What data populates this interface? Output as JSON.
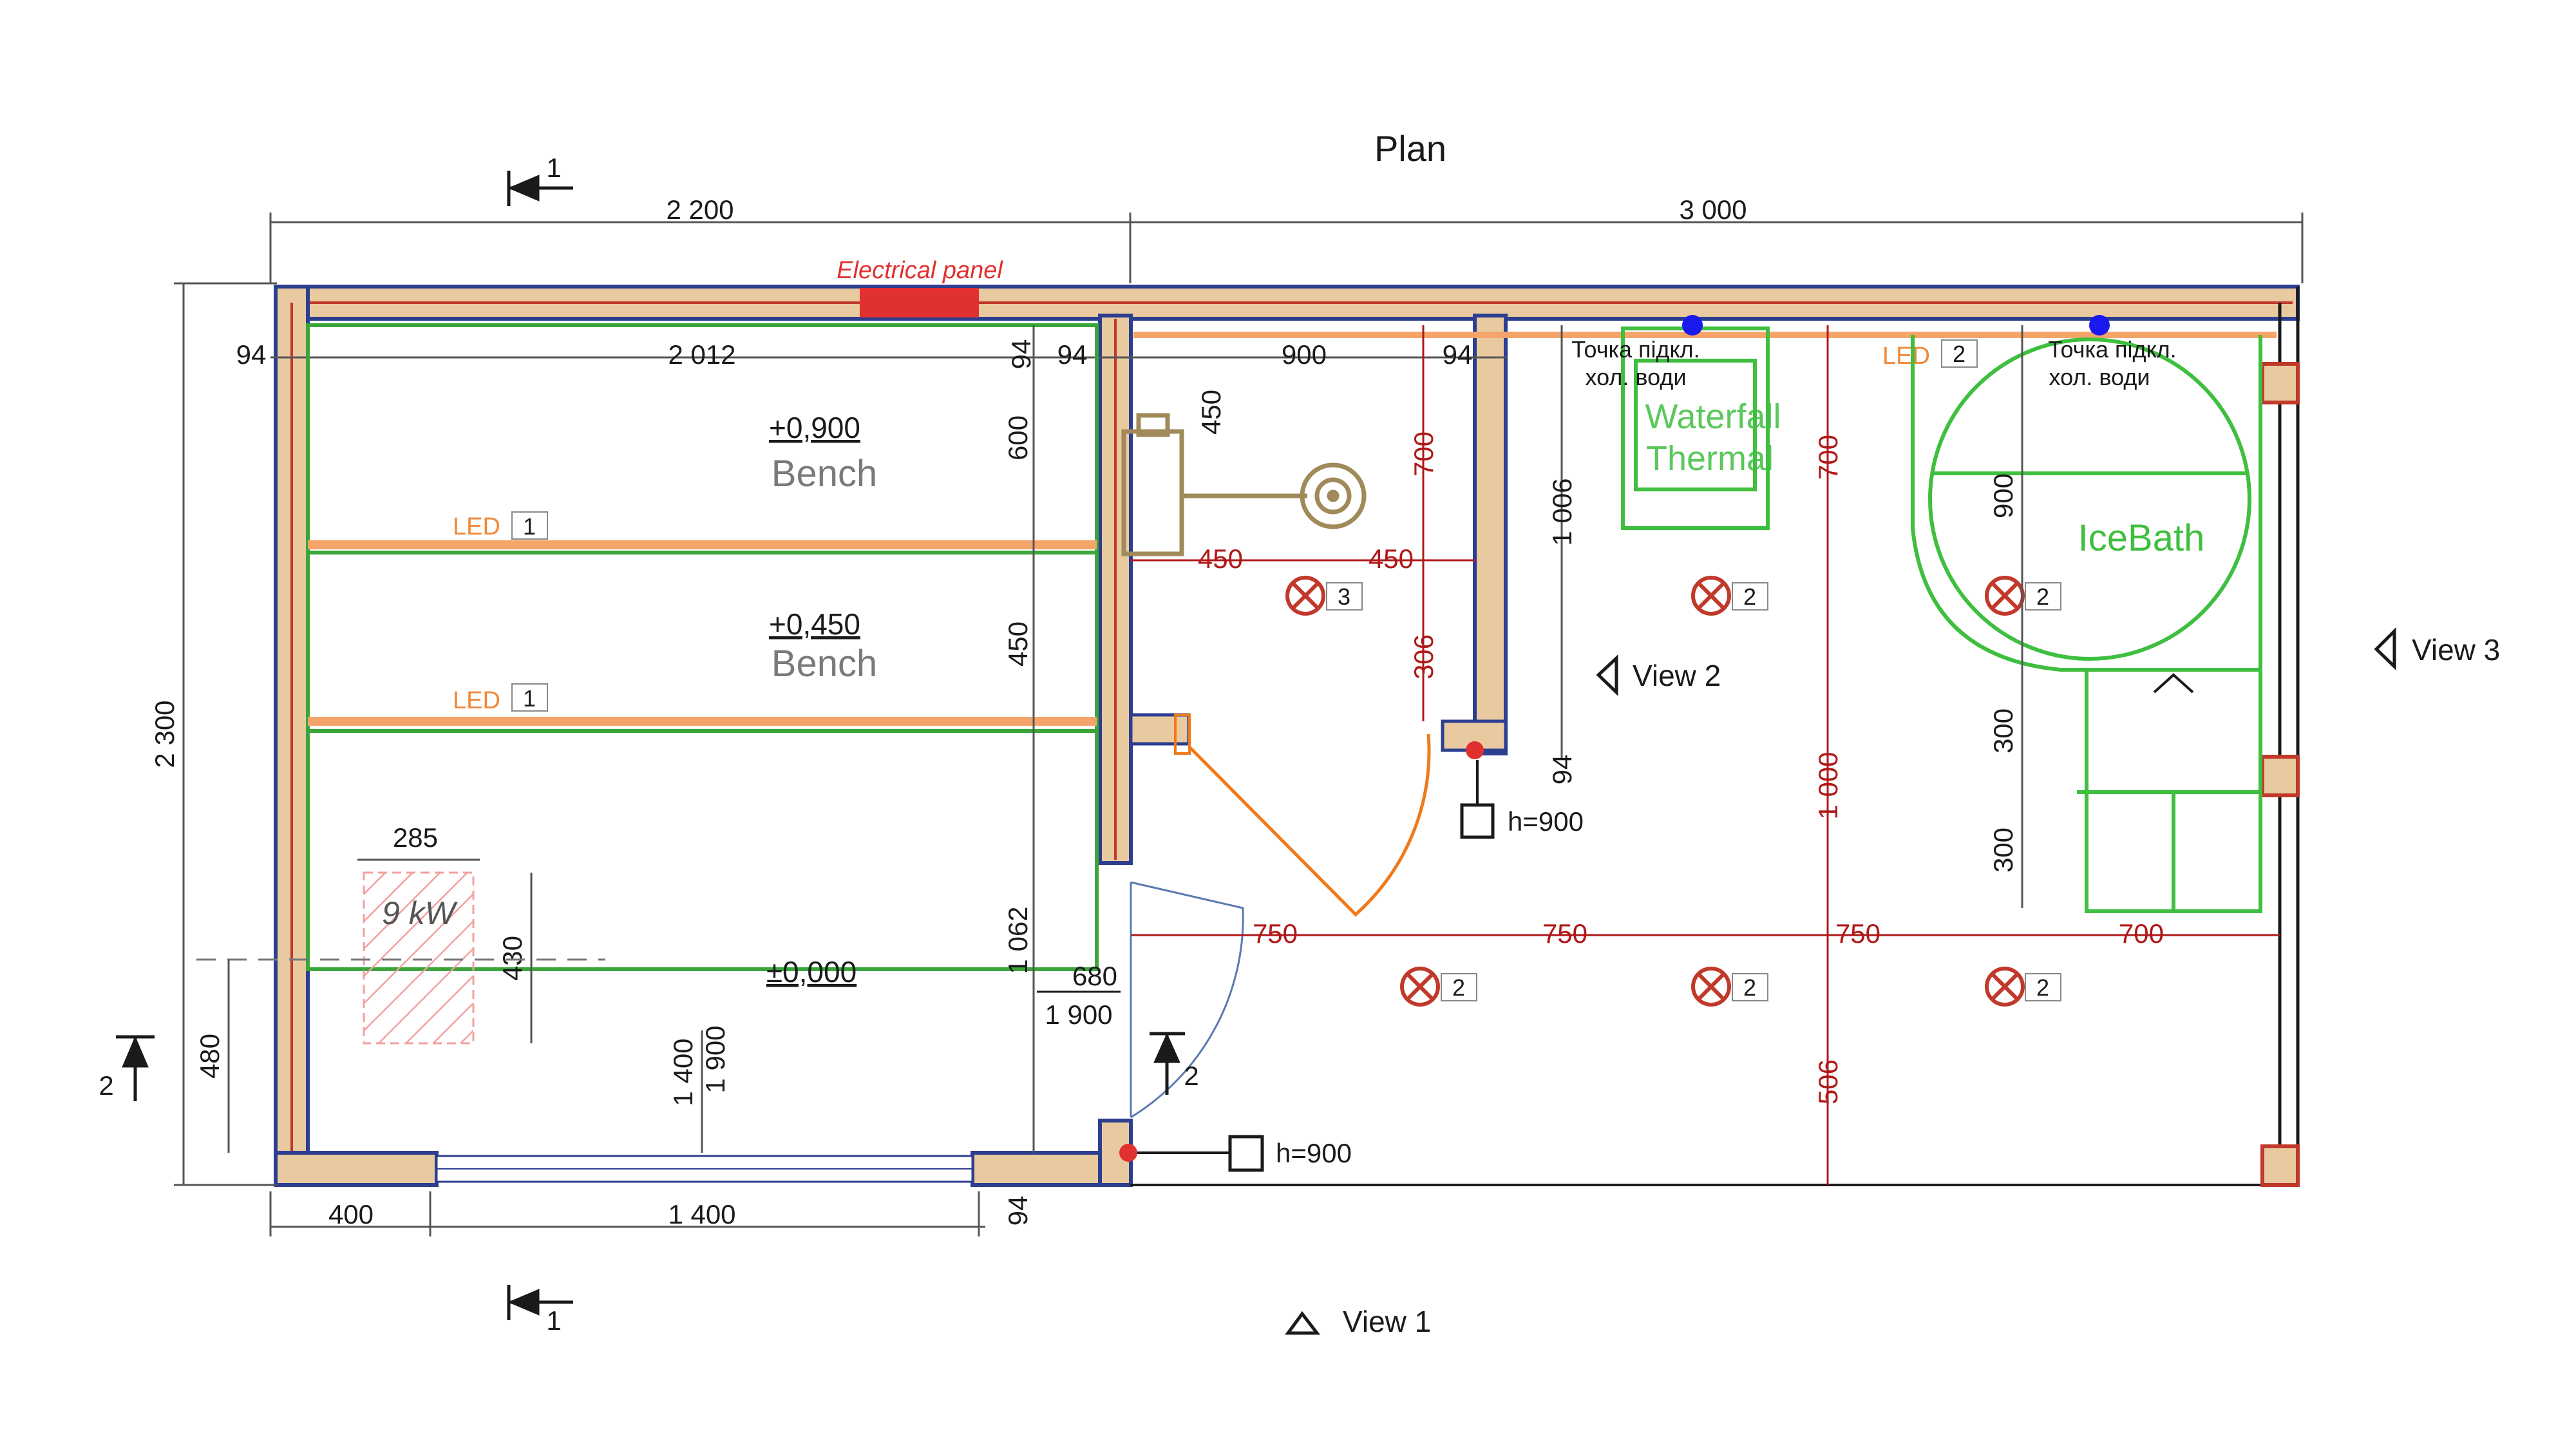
{
  "title": "Plan",
  "electrical_panel": "Electrical panel",
  "dims_top": {
    "left": "2 200",
    "right": "3 000"
  },
  "dims_inner": {
    "wall_a": "94",
    "bench_width": "2 012",
    "wall_b": "94",
    "wall_c": "94",
    "shower_width": "900",
    "wall_d": "94"
  },
  "dims_left": {
    "total": "2 300",
    "offset": "480"
  },
  "dims_bottom": {
    "left": "400",
    "window": "1 400",
    "wall": "94"
  },
  "dims_vertical": {
    "bench_top": "600",
    "bench_mid": "450",
    "lower": "1 062",
    "shower_top": "450",
    "red_700": "700",
    "red_306": "306",
    "d1006": "1 006",
    "d94": "94",
    "red_700b": "700",
    "d900": "900",
    "d300a": "300",
    "d300b": "300",
    "red_1000": "1 000",
    "red_506": "506",
    "heater_h": "430",
    "win_a": "1 400",
    "win_b": "1 900"
  },
  "dims_horizontal": {
    "s450a": "450",
    "s450b": "450",
    "r750a": "750",
    "r750b": "750",
    "r750c": "750",
    "r700": "700",
    "heater_w": "285"
  },
  "door": {
    "width": "680",
    "height": "1 900"
  },
  "levels": {
    "upper": "+0,900",
    "middle": "+0,450",
    "floor": "±0,000"
  },
  "bench_label": "Bench",
  "led_text": "LED",
  "led_tags": {
    "a": "1",
    "b": "1",
    "c": "2"
  },
  "heater_power": "9 kW",
  "water_point": {
    "line1": "Точка підкл.",
    "line2": "хол. води"
  },
  "waterfall": {
    "line1": "Waterfall",
    "line2": "Thermal"
  },
  "icebath": "IceBath",
  "light_tags": {
    "shower": "3",
    "l2": "2",
    "l3": "2",
    "l4": "2",
    "l5": "2",
    "l6": "2"
  },
  "switch_height": "h=900",
  "section_marks": {
    "s1": "1",
    "s2": "2",
    "s2b": "2"
  },
  "views": {
    "v1": "View 1",
    "v2": "View 2",
    "v3": "View 3"
  },
  "colors": {
    "wall_fill": "#e8c9a0",
    "wall_core": "#c0392b",
    "wall_edge": "#2c3e8f",
    "led": "#f5a46a",
    "bench": "#3aa63a",
    "dim_red": "#b01818",
    "equipment": "#3fbf3f",
    "shower": "#a08a5a",
    "door": "#f07a1a"
  }
}
